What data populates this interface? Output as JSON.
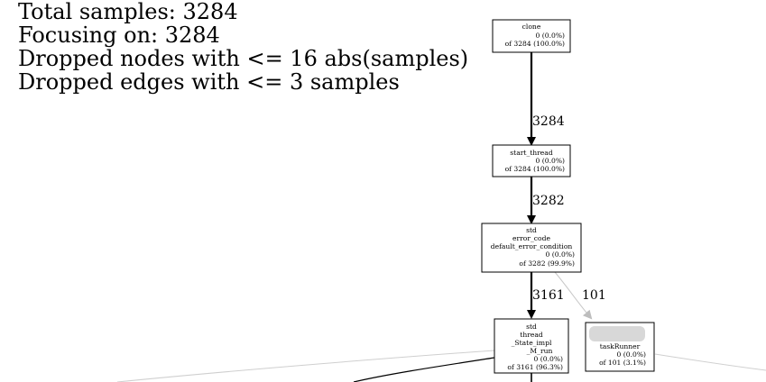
{
  "header": {
    "lines": [
      "Total samples: 3284",
      "Focusing on: 3284",
      "Dropped nodes with <= 16 abs(samples)",
      "Dropped edges with <= 3 samples"
    ]
  },
  "nodes": {
    "clone": {
      "name_lines": [
        "clone"
      ],
      "flat": "0 (0.0%)",
      "cum": "of 3284 (100.0%)"
    },
    "start_thread": {
      "name_lines": [
        "start_thread"
      ],
      "flat": "0 (0.0%)",
      "cum": "of 3284 (100.0%)"
    },
    "default_error_condition": {
      "name_lines": [
        "std",
        "error_code",
        "default_error_condition"
      ],
      "flat": "0 (0.0%)",
      "cum": "of 3282 (99.9%)"
    },
    "state_impl_m_run": {
      "name_lines": [
        "std",
        "thread",
        "_State_impl",
        "_M_run"
      ],
      "flat": "0 (0.0%)",
      "cum": "of 3161 (96.3%)"
    },
    "task_runner": {
      "name_lines": [
        "taskRunner"
      ],
      "flat": "0 (0.0%)",
      "cum": "of 101 (3.1%)"
    }
  },
  "edges": {
    "clone_to_start_thread": "3284",
    "start_thread_to_std": "3282",
    "std_to_thread": "3161",
    "std_to_task_runner": "101"
  },
  "colors": {
    "line": "#000000",
    "light_edge": "#c8c8c8",
    "background": "#ffffff"
  }
}
